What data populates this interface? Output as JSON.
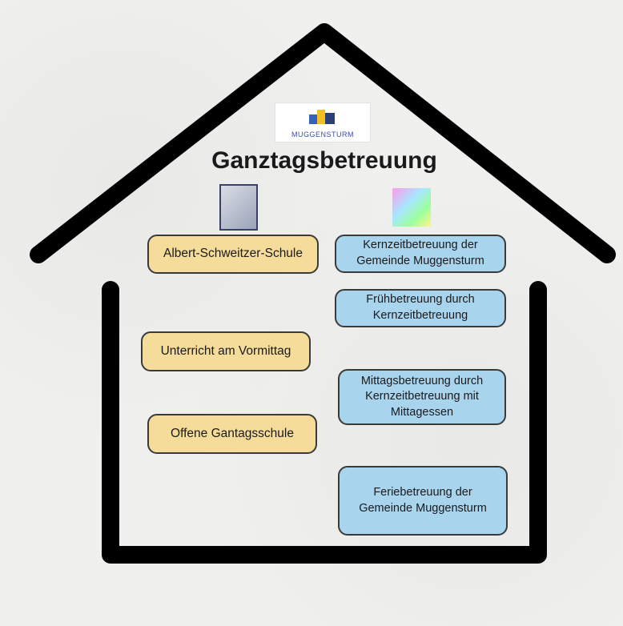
{
  "logo": {
    "text": "MUGGENSTURM"
  },
  "title": "Ganztagsbetreuung",
  "left_column": [
    "Albert-Schweitzer-Schule",
    "Unterricht am Vormittag",
    "Offene Gantagsschule"
  ],
  "right_column": [
    "Kernzeitbetreuung der Gemeinde Muggensturm",
    "Frühbetreuung durch Kernzeitbetreuung",
    "Mittagsbetreuung durch Kernzeitbetreuung mit Mittagessen",
    "Feriebetreuung der Gemeinde Muggensturm"
  ],
  "colors": {
    "school_box": "#f5dc9a",
    "care_box": "#a9d4ee",
    "house_outline": "#000000"
  }
}
